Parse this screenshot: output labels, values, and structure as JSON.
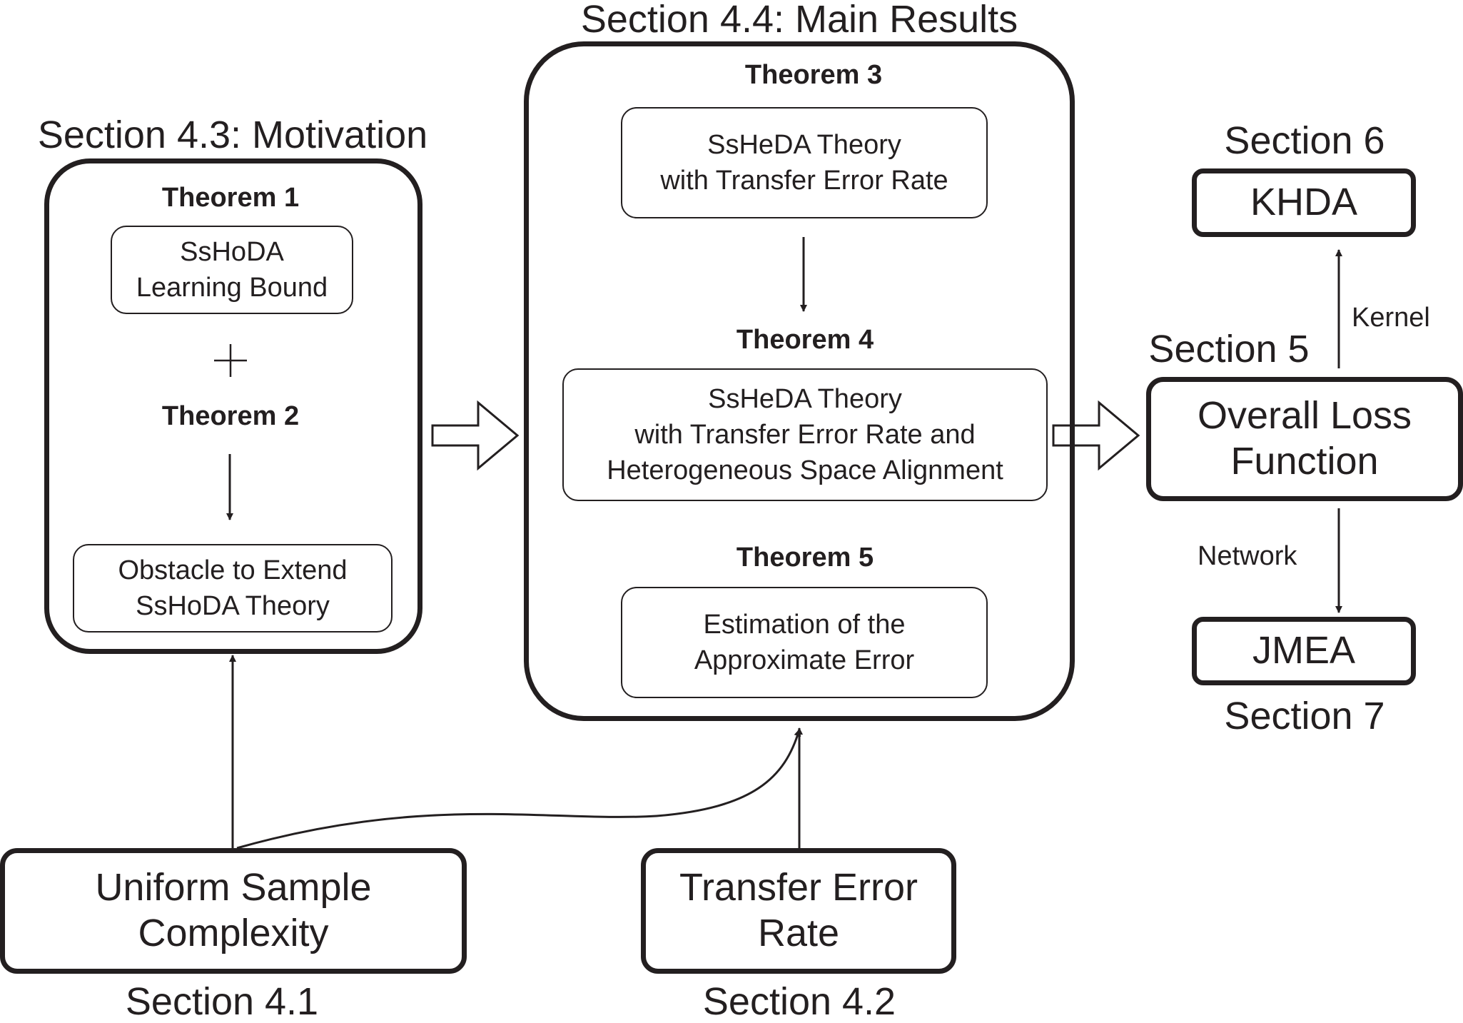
{
  "motivation": {
    "title": "Section 4.3: Motivation",
    "theorem1": "Theorem 1",
    "box1": [
      "SsHoDA",
      "Learning Bound"
    ],
    "plus": "+",
    "theorem2": "Theorem 2",
    "box2": [
      "Obstacle to Extend",
      "SsHoDA Theory"
    ]
  },
  "main_results": {
    "title": "Section 4.4: Main Results",
    "theorem3": "Theorem 3",
    "box3": [
      "SsHeDA Theory",
      "with Transfer Error Rate"
    ],
    "theorem4": "Theorem 4",
    "box4": [
      "SsHeDA Theory",
      "with Transfer Error Rate and",
      "Heterogeneous Space Alignment"
    ],
    "theorem5": "Theorem 5",
    "box5": [
      "Estimation of the",
      "Approximate Error"
    ]
  },
  "sample_complexity": {
    "lines": [
      "Uniform Sample",
      "Complexity"
    ],
    "section": "Section 4.1"
  },
  "transfer_error": {
    "lines": [
      "Transfer Error",
      "Rate"
    ],
    "section": "Section 4.2"
  },
  "overall_loss": {
    "section": "Section 5",
    "lines": [
      "Overall Loss",
      "Function"
    ]
  },
  "khda": {
    "section": "Section 6",
    "label": "KHDA"
  },
  "jmea": {
    "label": "JMEA",
    "section": "Section 7"
  },
  "edges": {
    "kernel": "Kernel",
    "network": "Network"
  }
}
